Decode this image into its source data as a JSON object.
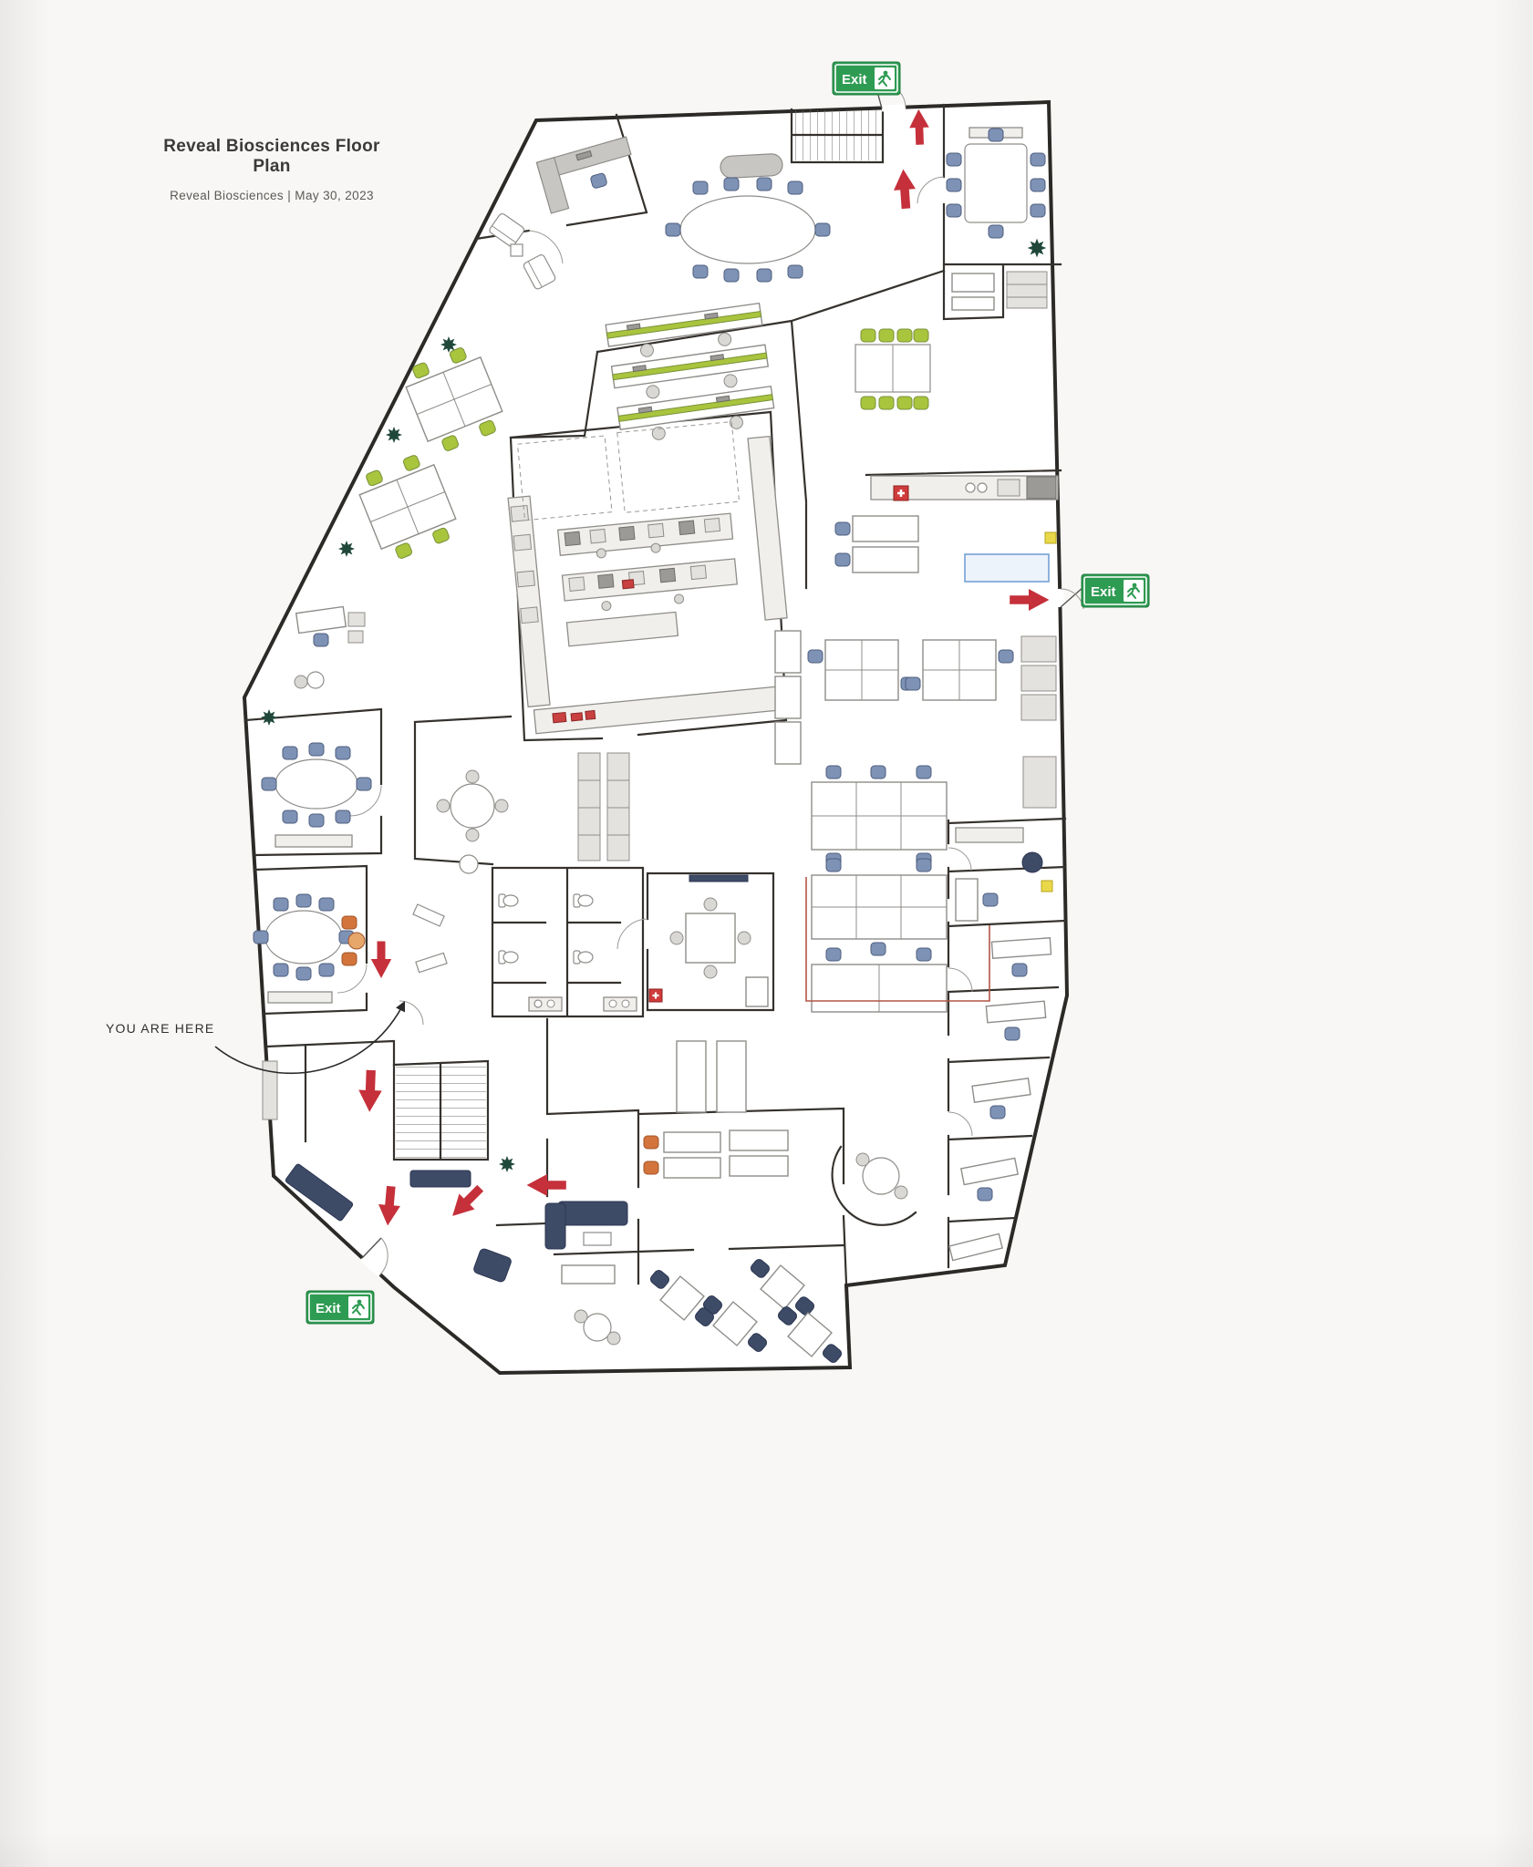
{
  "header": {
    "title": "Reveal Biosciences Floor Plan",
    "subtitle": "Reveal Biosciences | May 30, 2023"
  },
  "annotations": {
    "you_are_here_label": "YOU ARE HERE"
  },
  "exit_signs": [
    {
      "position": "top",
      "label": "Exit"
    },
    {
      "position": "right",
      "label": "Exit"
    },
    {
      "position": "bottom-left",
      "label": "Exit"
    }
  ],
  "evacuation_arrows": {
    "count": 8,
    "color": "#c5303a"
  },
  "colors": {
    "exit_sign_green": "#2e9b52",
    "arrow_red": "#c5303a",
    "chair_blue": "#7e92b6",
    "chair_lime": "#a9c43d",
    "chair_orange": "#d2743c",
    "sofa_navy": "#3e4b67",
    "plant_green": "#20483a",
    "wall_ink": "#35322e",
    "route_line_red": "#b25545",
    "accent_yellow": "#e9d84a",
    "accent_lightblue": "#6b9bd2",
    "paper": "#f8f7f5"
  }
}
